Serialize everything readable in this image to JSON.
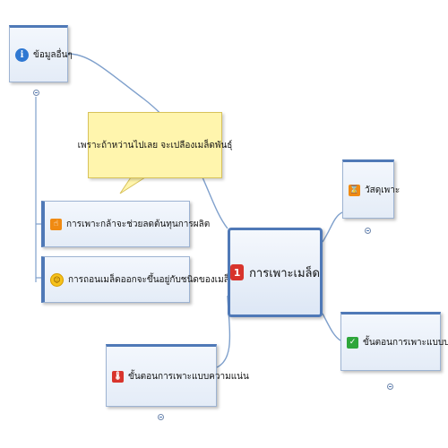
{
  "central": {
    "number": "1",
    "label": "การเพาะเมล็ด"
  },
  "nodes": {
    "info": {
      "label": "ข้อมูลอื่นๆ",
      "icon": "info-icon"
    },
    "child1": {
      "label": "การเพาะกล้าจะช่วยลดต้นทุนการผลิต",
      "icon": "hand-icon"
    },
    "child2": {
      "label": "การถอนเมล็ดออกจะขึ้นอยู่กับชนิดของเมล็ดพันธุ์",
      "icon": "smiley-icon"
    },
    "materials": {
      "label": "วัสดุเพาะ",
      "icon": "hourglass-icon"
    },
    "normal": {
      "label": "ขั้นตอนการเพาะแบบปกติ",
      "icon": "check-icon"
    },
    "fine": {
      "label": "ขั้นตอนการเพาะแบบความแน่น",
      "icon": "thermometer-icon"
    }
  },
  "callout": {
    "text": "เพราะถ้าหว่านไปเลย จะเปลืองเมล็ดพันธุ์"
  },
  "colors": {
    "accent": "#4f79b7",
    "line": "#7fa0cc",
    "callout_fill": "#fff5ad",
    "info_icon": "#2f78d2",
    "orange_icon": "#f08a12",
    "green_icon": "#2ea63a",
    "red_icon": "#d8342c"
  }
}
